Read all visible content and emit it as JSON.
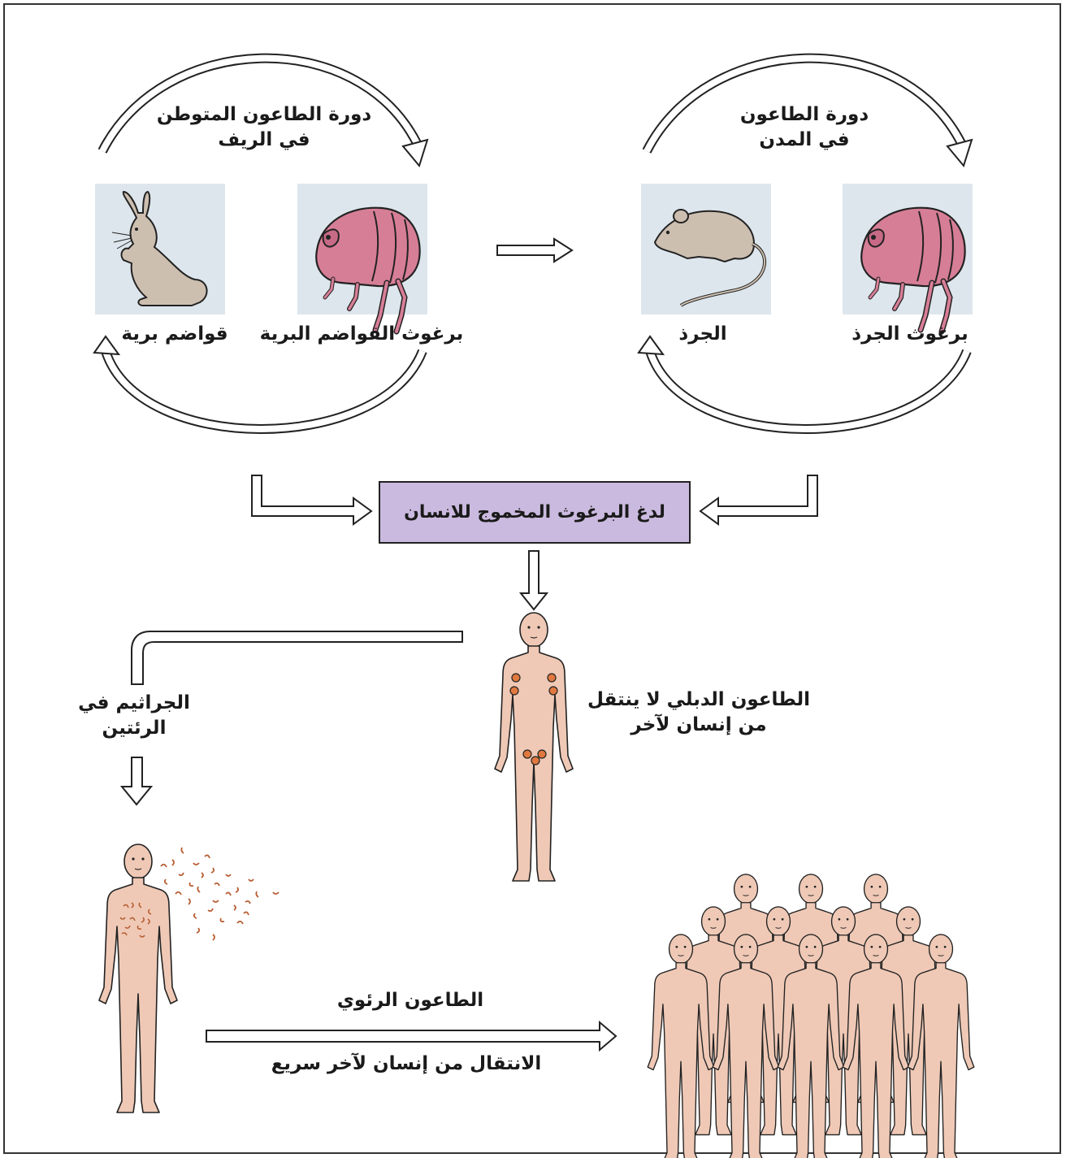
{
  "colors": {
    "panel_bg": "#dde6ec",
    "flea_body": "#d77e97",
    "rodent": "#cdbfb0",
    "skin": "#efc9b6",
    "bubo": "#e07840",
    "bacteria": "#b85e33",
    "box_fill": "#cbbadf",
    "outline": "#222222"
  },
  "sylvatic_cycle": {
    "title_line1": "دورة الطاعون المتوطن",
    "title_line2": "في الريف",
    "rodent_label": "قواضم برية",
    "flea_label": "برغوث القواضم البرية",
    "rodent_icon": "wild-rodent-icon",
    "flea_icon": "flea-icon"
  },
  "urban_cycle": {
    "title_line1": "دورة الطاعون",
    "title_line2": "في المدن",
    "rat_label": "الجرذ",
    "flea_label": "برغوث الجرذ",
    "rat_icon": "rat-icon",
    "flea_icon": "flea-icon"
  },
  "center_box": {
    "label": "لدغ البرغوث المخموج للانسان"
  },
  "bubonic": {
    "line1": "الطاعون الدبلي لا ينتقل",
    "line2": "من إنسان لآخر",
    "icon": "human-figure-icon"
  },
  "lungs_note": {
    "line1": "الجراثيم في",
    "line2": "الرئتين"
  },
  "pneumonic": {
    "title": "الطاعون الرئوي",
    "subtitle": "الانتقال من إنسان لآخر سريع",
    "icon": "crowd-icon"
  }
}
